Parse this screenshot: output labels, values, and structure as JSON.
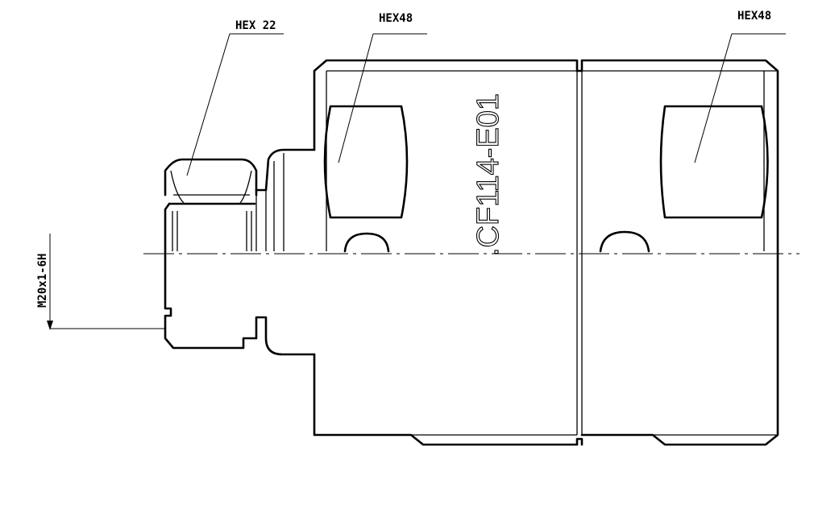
{
  "labels": {
    "hex_small": "HEX 22",
    "hex_mid": "HEX48",
    "hex_right": "HEX48",
    "thread": "M20x1-6H",
    "part_mark": ".CF114-E01"
  }
}
